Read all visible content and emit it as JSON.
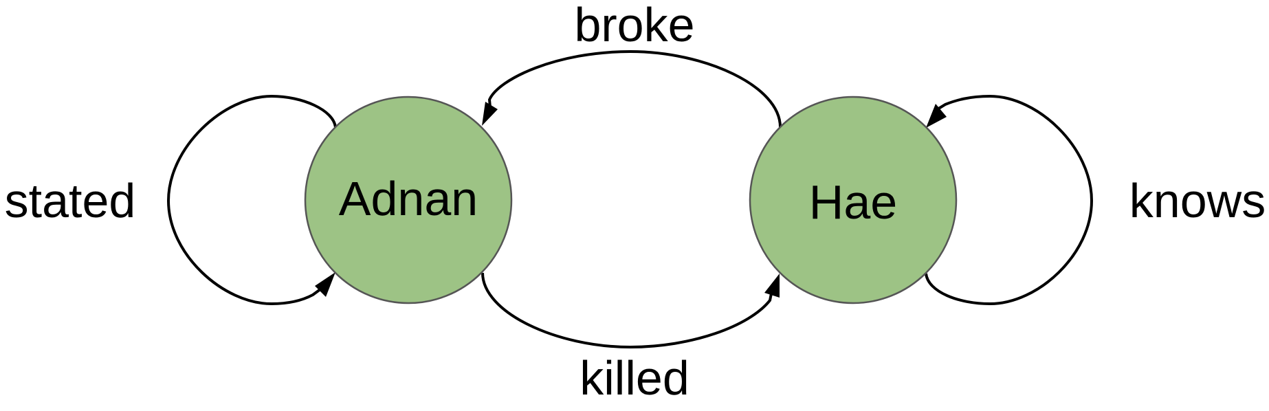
{
  "colors": {
    "node_fill": "#9dc385",
    "node_stroke": "#555555",
    "edge": "#000000",
    "text": "#000000"
  },
  "nodes": {
    "adnan": {
      "label": "Adnan"
    },
    "hae": {
      "label": "Hae"
    }
  },
  "edges": {
    "stated": {
      "label": "stated",
      "from": "Adnan",
      "to": "Adnan"
    },
    "broke": {
      "label": "broke",
      "from": "Hae",
      "to": "Adnan"
    },
    "killed": {
      "label": "killed",
      "from": "Adnan",
      "to": "Hae"
    },
    "knows": {
      "label": "knows",
      "from": "Hae",
      "to": "Hae"
    }
  }
}
